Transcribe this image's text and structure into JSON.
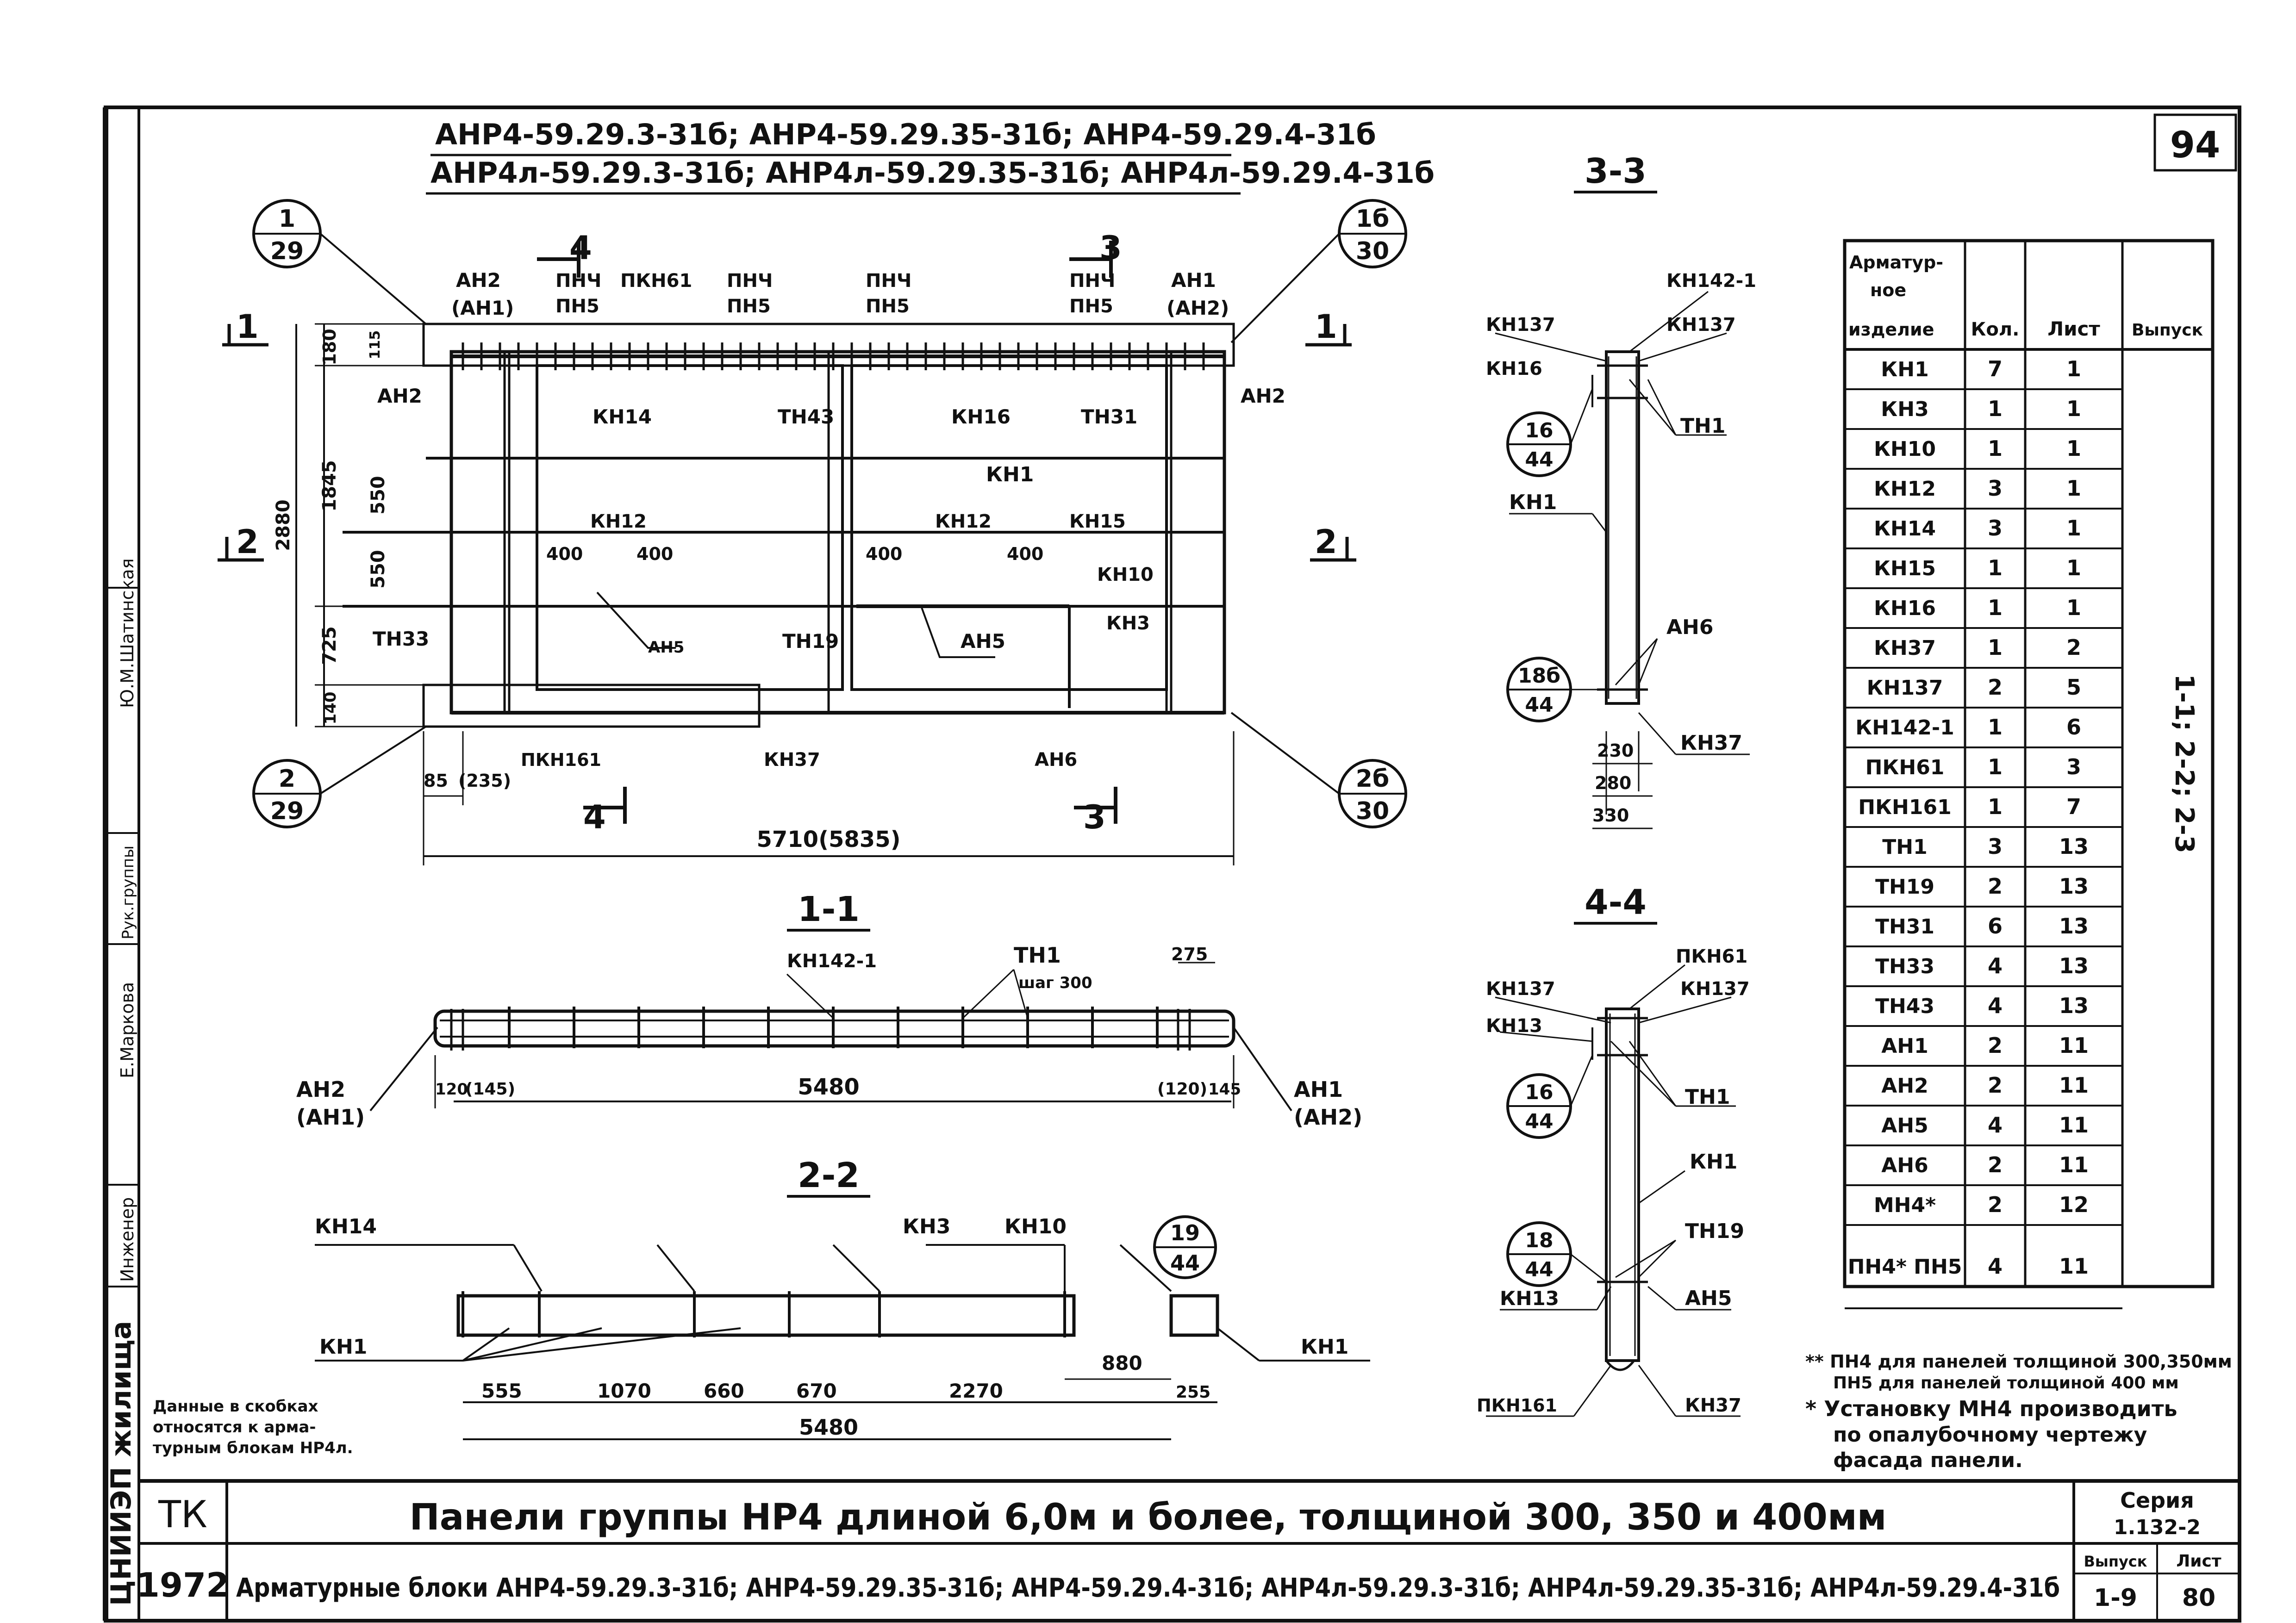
{
  "sheet_number": "94",
  "header": {
    "line1": "АНР4-59.29.3-31б; АНР4-59.29.35-31б; АНР4-59.29.4-31б",
    "line2": "АНР4л-59.29.3-31б; АНР4л-59.29.35-31б; АНР4л-59.29.4-31б"
  },
  "section_titles": {
    "s33": "3-3",
    "s11": "1-1",
    "s22": "2-2",
    "s44": "4-4"
  },
  "elevation": {
    "callouts": {
      "c1": {
        "top": "1",
        "bottom": "29"
      },
      "c1b": {
        "top": "1б",
        "bottom": "30"
      },
      "c2": {
        "top": "2",
        "bottom": "29"
      },
      "c2b": {
        "top": "2б",
        "bottom": "30"
      }
    },
    "cut_marks": {
      "m4": "4",
      "m3": "3",
      "m1": "1",
      "m2": "2"
    },
    "labels": {
      "an2a": "АН2",
      "an1a": "(АН1)",
      "pnch1": "ПНЧ",
      "pn5a": "ПН5",
      "pkn61": "ПКН61",
      "pnch2": "ПНЧ",
      "pn5b": "ПН5",
      "pnch3": "ПНЧ",
      "pn5c": "ПН5",
      "pnch4": "ПНЧ",
      "pn5d": "ПН5",
      "an1b": "АН1",
      "an2b": "(АН2)",
      "an2c": "АН2",
      "an2d": "АН2",
      "kn14": "КН14",
      "tn43": "ТН43",
      "kn16": "КН16",
      "tn31": "ТН31",
      "kn1": "КН1",
      "kn12a": "КН12",
      "kn12b": "КН12",
      "kn15": "КН15",
      "kn10": "КН10",
      "kn3": "КН3",
      "tn33": "ТН33",
      "an5a": "АН5",
      "tn19": "ТН19",
      "an5b": "АН5",
      "pkn161": "ПКН161",
      "kn37": "КН37",
      "an6": "АН6"
    },
    "dims": {
      "d180": "180",
      "d115": "115",
      "d1845": "1845",
      "d2880": "2880",
      "d550a": "550",
      "d550b": "550",
      "d725": "725",
      "d140": "140",
      "d400a": "400",
      "d400b": "400",
      "d400c": "400",
      "d400d": "400",
      "d85": "85",
      "d235": "(235)",
      "d5710": "5710(5835)"
    }
  },
  "s11": {
    "kn1421": "КН142-1",
    "tn1": "ТН1",
    "step": "шаг 300",
    "d275": "275",
    "an2": "АН2",
    "an1p": "(АН1)",
    "an1": "АН1",
    "an2p": "(АН2)",
    "d120": "120",
    "d145p": "(145)",
    "d5480": "5480",
    "d120p": "(120)",
    "d145": "145"
  },
  "s22": {
    "kn14": "КН14",
    "kn3": "КН3",
    "kn10": "КН10",
    "kn1a": "КН1",
    "kn1b": "КН1",
    "c19": {
      "top": "19",
      "bottom": "44"
    },
    "d555": "555",
    "d1070": "1070",
    "d660": "660",
    "d670": "670",
    "d2270": "2270",
    "d880": "880",
    "d255": "255",
    "d5480": "5480"
  },
  "s33": {
    "kn1421": "КН142-1",
    "kn137a": "КН137",
    "kn137b": "КН137",
    "kn16": "КН16",
    "tn1": "ТН1",
    "kn1": "КН1",
    "an6": "АН6",
    "kn37": "КН37",
    "c16": {
      "top": "16",
      "bottom": "44"
    },
    "c18b": {
      "top": "18б",
      "bottom": "44"
    },
    "d230": "230",
    "d280": "280",
    "d330": "330"
  },
  "s44": {
    "pkn61": "ПКН61",
    "kn137a": "КН137",
    "kn137b": "КН137",
    "kn13a": "КН13",
    "tn1": "ТН1",
    "kn1": "КН1",
    "tn19": "ТН19",
    "kn13b": "КН13",
    "an5": "АН5",
    "pkn161": "ПКН161",
    "kn37": "КН37",
    "c16": {
      "top": "16",
      "bottom": "44"
    },
    "c18": {
      "top": "18",
      "bottom": "44"
    }
  },
  "table": {
    "headers": {
      "item": "Арматур-ное изделие",
      "qty": "Кол.",
      "sheet": "Лист",
      "issue": "Выпуск"
    },
    "rows": [
      {
        "item": "КН1",
        "qty": "7",
        "sheet": "1"
      },
      {
        "item": "КН3",
        "qty": "1",
        "sheet": "1"
      },
      {
        "item": "КН10",
        "qty": "1",
        "sheet": "1"
      },
      {
        "item": "КН12",
        "qty": "3",
        "sheet": "1"
      },
      {
        "item": "КН14",
        "qty": "3",
        "sheet": "1"
      },
      {
        "item": "КН15",
        "qty": "1",
        "sheet": "1"
      },
      {
        "item": "КН16",
        "qty": "1",
        "sheet": "1"
      },
      {
        "item": "КН37",
        "qty": "1",
        "sheet": "2"
      },
      {
        "item": "КН137",
        "qty": "2",
        "sheet": "5"
      },
      {
        "item": "КН142-1",
        "qty": "1",
        "sheet": "6"
      },
      {
        "item": "ПКН61",
        "qty": "1",
        "sheet": "3"
      },
      {
        "item": "ПКН161",
        "qty": "1",
        "sheet": "7"
      },
      {
        "item": "ТН1",
        "qty": "3",
        "sheet": "13"
      },
      {
        "item": "ТН19",
        "qty": "2",
        "sheet": "13"
      },
      {
        "item": "ТН31",
        "qty": "6",
        "sheet": "13"
      },
      {
        "item": "ТН33",
        "qty": "4",
        "sheet": "13"
      },
      {
        "item": "ТН43",
        "qty": "4",
        "sheet": "13"
      },
      {
        "item": "АН1",
        "qty": "2",
        "sheet": "11"
      },
      {
        "item": "АН2",
        "qty": "2",
        "sheet": "11"
      },
      {
        "item": "АН5",
        "qty": "4",
        "sheet": "11"
      },
      {
        "item": "АН6",
        "qty": "2",
        "sheet": "11"
      },
      {
        "item": "МН4*",
        "qty": "2",
        "sheet": "12"
      },
      {
        "item": "ПН4* ПН5",
        "qty": "4",
        "sheet": "11"
      }
    ],
    "issue_value": "1-1; 2-2; 2-3"
  },
  "notes": {
    "n1": "** ПН4 для панелей толщиной 300,350мм",
    "n2": "ПН5 для панелей толщиной 400 мм",
    "n3": "* Установку МН4 производить",
    "n4": "по опалубочному чертежу",
    "n5": "фасада панели."
  },
  "side_note": {
    "l1": "Данные в скобках",
    "l2": "относятся к арма-",
    "l3": "турным блокам НР4л."
  },
  "title_block": {
    "tk": "ТК",
    "year": "1972",
    "title": "Панели группы НР4 длиной 6,0м и более, толщиной 300, 350 и 400мм",
    "subtitle": "Арматурные блоки АНР4-59.29.3-31б; АНР4-59.29.35-31б; АНР4-59.29.4-31б; АНР4л-59.29.3-31б; АНР4л-59.29.35-31б; АНР4л-59.29.4-31б",
    "seria_label": "Серия",
    "seria": "1.132-2",
    "issue_label": "Выпуск",
    "issue": "1-9",
    "list_label": "Лист",
    "list": "80"
  },
  "left_strip": {
    "org": "ЦНИИЭП жилища",
    "role1": "Инженер",
    "name1": "Е.Маркова",
    "role2": "Рук.группы",
    "name2": "Ю.М.Шатинская"
  }
}
